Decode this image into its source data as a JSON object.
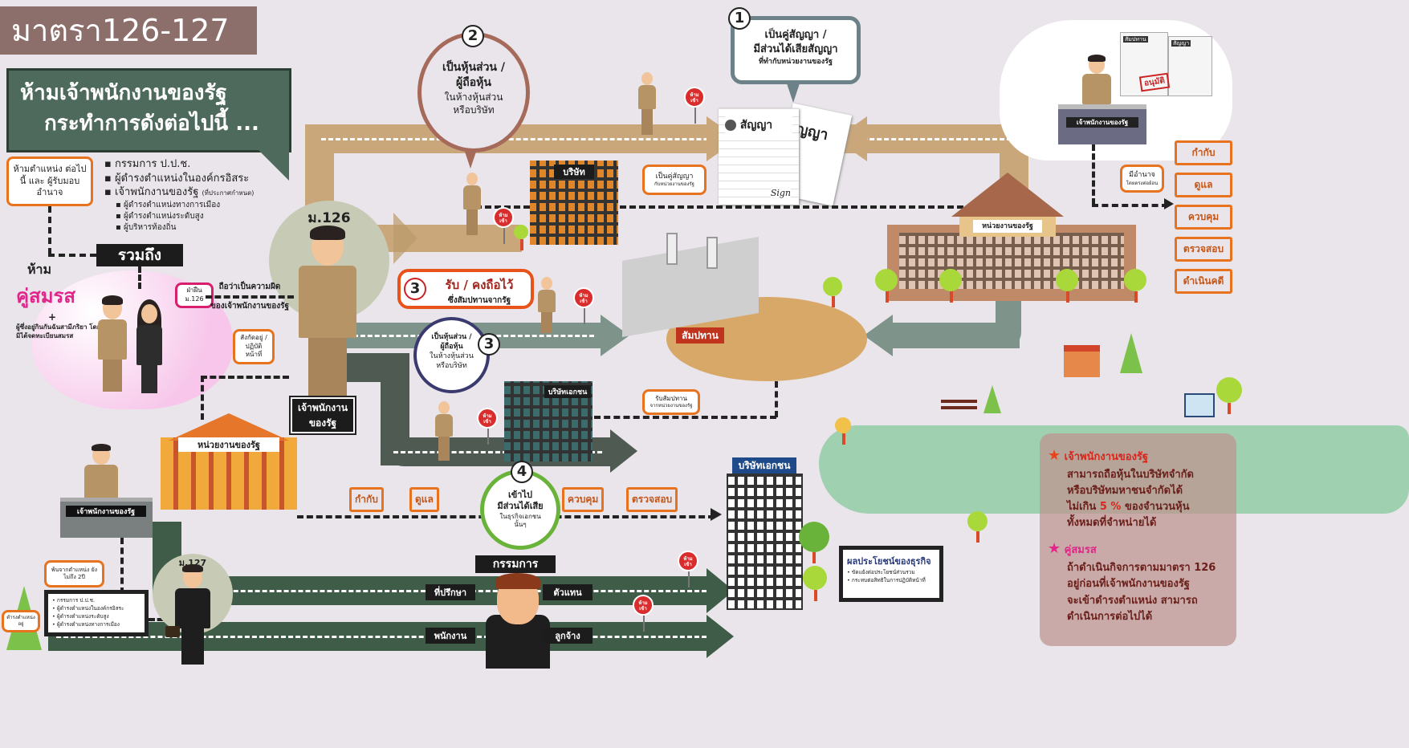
{
  "title": "มาตรา126-127",
  "header": {
    "line1": "ห้ามเจ้าพนักงานของรัฐ",
    "line2": "กระทำการดังต่อไปนี้ ..."
  },
  "prohibited_bubble": "ห้ามตำแหน่ง ต่อไปนี้ และ ผู้รับมอบอำนาจ",
  "positions": [
    "กรรมการ ป.ป.ช.",
    "ผู้ดำรงตำแหน่งในองค์กรอิสระ",
    "เจ้าพนักงานของรัฐ"
  ],
  "positions_note": "(ที่ประกาศกำหนด)",
  "sub_positions": [
    "ผู้ดำรงตำแหน่งทางการเมือง",
    "ผู้ดำรงตำแหน่งระดับสูง",
    "ผู้บริหารท้องถิ่น"
  ],
  "includes": "รวมถึง",
  "spouse": {
    "prefix": "ห้าม",
    "title": "คู่สมรส",
    "plus": "+",
    "desc": "ผู้ซึ่งอยู่กินกันฉันสามีภริยา โดยมิได้จดทะเบียนสมรส",
    "bubble": "ฝ่าฝืน ม.126"
  },
  "offence": {
    "line1": "ถือว่าเป็นความผิด",
    "line2": "ของเจ้าพนักงานของรัฐ"
  },
  "section126": "ม.126",
  "section127": "ม.127",
  "officer_label": "เจ้าพนักงาน ของรัฐ",
  "affiliated_bubble": "สังกัดอยู่ / ปฏิบัติหน้าที่",
  "item1": {
    "num": "1",
    "line1": "เป็นคู่สัญญา /",
    "line2": "มีส่วนได้เสียสัญญา",
    "line3": "ที่ทำกับหน่วยงานของรัฐ"
  },
  "item2": {
    "num": "2",
    "line1": "เป็นหุ้นส่วน /",
    "line2": "ผู้ถือหุ้น",
    "line3": "ในห้างหุ้นส่วน",
    "line4": "หรือบริษัท"
  },
  "item3a": {
    "num": "3",
    "line1": "รับ / คงถือไว้",
    "line2": "ซึ่งสัมปทานจากรัฐ"
  },
  "item3b": {
    "num": "3",
    "line1": "เป็นหุ้นส่วน /",
    "line2": "ผู้ถือหุ้น",
    "line3": "ในห้างหุ้นส่วน",
    "line4": "หรือบริษัท"
  },
  "item4": {
    "num": "4",
    "line1": "เข้าไป",
    "line2": "มีส่วนได้เสีย",
    "line3": "ในธุรกิจเอกชน",
    "line4": "นั้นๆ"
  },
  "contract": {
    "label": "สัญญา",
    "label2": "ญญา",
    "sign": "Sign"
  },
  "contract_bubble": {
    "line1": "เป็นคู่สัญญา",
    "line2": "กับหน่วยงานของรัฐ"
  },
  "concession_bubble": {
    "line1": "รับสัมปทาน",
    "line2": "จากหน่วยงานของรัฐ"
  },
  "buildings": {
    "company": "บริษัท",
    "concession": "สัมปทาน",
    "private1": "บริษัทเอกชน",
    "private2": "บริษัทเอกชน",
    "gov_right": "หน่วยงานของรัฐ",
    "gov_left": "หน่วยงานของรัฐ"
  },
  "stop_sign": "ห้าม เข้า",
  "cloud": {
    "desk_label": "เจ้าพนักงานของรัฐ",
    "doc1": "สัมปทาน",
    "doc2": "สัญญา",
    "stamp": "อนุมัติ"
  },
  "authority_bubble": {
    "line1": "มีอำนาจ",
    "line2": "โดยตรงต่อย้อน"
  },
  "powers": [
    "กำกับ",
    "ดูแล",
    "ควบคุม",
    "ตรวจสอบ",
    "ดำเนินคดี"
  ],
  "bottom_powers": [
    "กำกับ",
    "ดูแล",
    "ควบคุม",
    "ตรวจสอบ"
  ],
  "director": "กรรมการ",
  "roles": [
    "ที่ปรึกษา",
    "ตัวแทน",
    "พนักงาน",
    "ลูกจ้าง"
  ],
  "benefit_board": {
    "title": "ผลประโยชน์ของธุรกิจ",
    "items": [
      "ขัดแย้งต่อประโยชน์ส่วนรวม",
      "กระทบต่อสิทธิในการปฏิบัติหน้าที่"
    ]
  },
  "left_desk": "เจ้าพนักงานของรัฐ",
  "retired_bubble": "พ้นจากตำแหน่ง ยังไม่ถึง 2ปี",
  "holding_bubble": "ดำรงตำแหน่ง อยู่",
  "left_board": [
    "กรรมการ ป.ป.ช.",
    "ผู้ดำรงตำแหน่งในองค์กรอิสระ",
    "ผู้ดำรงตำแหน่งระดับสูง",
    "ผู้ดำรงตำแหน่งทางการเมือง"
  ],
  "info": {
    "star1_title": "เจ้าพนักงานของรัฐ",
    "star1_lines": [
      "สามารถถือหุ้นในบริษัทจำกัด",
      "หรือบริษัทมหาชนจำกัดได้"
    ],
    "star1_limit_pre": "ไม่เกิน",
    "star1_limit": "5 %",
    "star1_limit_post": "ของจำนวนหุ้น",
    "star1_last": "ทั้งหมดที่จำหน่ายได้",
    "star2_title": "คู่สมรส",
    "star2_lines": [
      "ถ้าดำเนินกิจการตามมาตรา 126",
      "อยู่ก่อนที่เจ้าพนักงานของรัฐ",
      "จะเข้าดำรงตำแหน่ง สามารถ",
      "ดำเนินการต่อไปได้"
    ]
  },
  "colors": {
    "title_bg": "#8c6e6a",
    "header_bg": "#4e6a5c",
    "orange": "#e8731f",
    "tan_road": "#c9a77a",
    "gray_road": "#7e948a",
    "dark_road": "#4f5a53",
    "green_road": "#3f5c48",
    "lake": "#9fd0b0",
    "info_bg": "#c8a6a0",
    "info_red": "#d9261c",
    "info_pink": "#e0268a"
  }
}
